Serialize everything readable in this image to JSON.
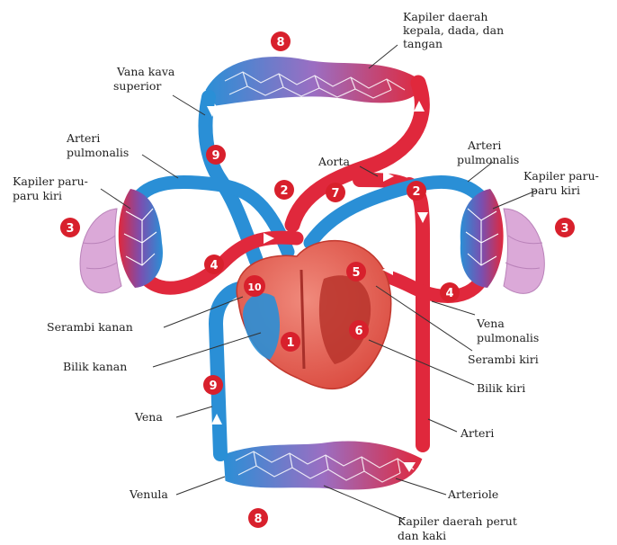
{
  "colors": {
    "arterial": "#e0283c",
    "venous": "#2a8fd6",
    "capillary_mix": "#8a5bb0",
    "lung": "#d9a9d6",
    "heart_muscle": "#e8645a",
    "badge": "#d8202c"
  },
  "labels": {
    "kapiler_kepala": [
      "Kapiler daerah",
      "kepala, dada, dan",
      "tangan"
    ],
    "vena_kava_superior": [
      "Vana kava",
      "superior"
    ],
    "arteri_pulmonalis_kiri": [
      "Arteri",
      "pulmonalis"
    ],
    "arteri_pulmonalis_kanan": [
      "Arteri",
      "pulmonalis"
    ],
    "kapiler_paru_kiri_a": [
      "Kapiler paru-",
      "paru kiri"
    ],
    "kapiler_paru_kiri_b": [
      "Kapiler paru-",
      "paru kiri"
    ],
    "aorta": "Aorta",
    "serambi_kanan": "Serambi kanan",
    "bilik_kanan": "Bilik kanan",
    "vena_pulmonalis": [
      "Vena",
      "pulmonalis"
    ],
    "serambi_kiri": "Serambi kiri",
    "bilik_kiri": "Bilik kiri",
    "vena": "Vena",
    "arteri": "Arteri",
    "venula": "Venula",
    "arteriole": "Arteriole",
    "kapiler_perut": [
      "Kapiler daerah perut",
      "dan kaki"
    ]
  },
  "badges": {
    "n1": "1",
    "n2": "2",
    "n3": "3",
    "n4": "4",
    "n5": "5",
    "n6": "6",
    "n7": "7",
    "n8": "8",
    "n9": "9",
    "n10": "10"
  }
}
